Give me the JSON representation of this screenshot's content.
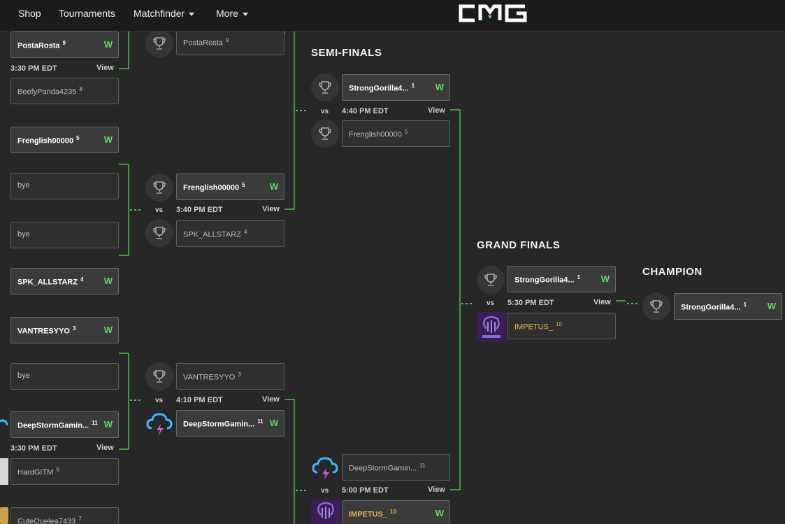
{
  "nav": {
    "shop": "Shop",
    "tournaments": "Tournaments",
    "matchfinder": "Matchfinder",
    "more": "More",
    "logo": "CMG"
  },
  "headers": {
    "semi_finals": "SEMI-FINALS",
    "grand_finals": "GRAND FINALS",
    "champion": "CHAMPION"
  },
  "labels": {
    "vs": "vs",
    "view": "View",
    "win": "W"
  },
  "round1": [
    {
      "top": {
        "name": "PostaRosta",
        "seed": "9",
        "win": true
      },
      "time": "3:30 PM EDT",
      "bottom": {
        "name": "BeefyPanda4235",
        "seed": "8"
      }
    },
    {
      "top": {
        "name": "Frenglish00000",
        "seed": "5",
        "win": true
      },
      "bottom": {
        "name": "bye",
        "seed": ""
      }
    },
    {
      "top": {
        "name": "bye",
        "seed": ""
      },
      "bottom": {
        "name": "SPK_ALLSTARZ",
        "seed": "4",
        "win": true
      }
    },
    {
      "top": {
        "name": "VANTRESYYO",
        "seed": "3",
        "win": true
      },
      "bottom": {
        "name": "bye",
        "seed": ""
      }
    },
    {
      "top": {
        "name": "DeepStormGamin...",
        "seed": "11",
        "win": true
      },
      "time": "3:30 PM EDT",
      "bottom": {
        "name": "HardGITM",
        "seed": "6"
      }
    },
    {
      "top": {
        "name": "CuteQuelea7433",
        "seed": "7"
      }
    }
  ],
  "round2": [
    {
      "top": {
        "name": "PostaRosta",
        "seed": "9"
      }
    },
    {
      "top": {
        "name": "Frenglish00000",
        "seed": "5",
        "win": true
      },
      "time": "3:40 PM EDT",
      "bottom": {
        "name": "SPK_ALLSTARZ",
        "seed": "4"
      }
    },
    {
      "top": {
        "name": "VANTRESYYO",
        "seed": "3"
      },
      "time": "4:10 PM EDT",
      "bottom": {
        "name": "DeepStormGamin...",
        "seed": "11",
        "win": true
      }
    }
  ],
  "semis": [
    {
      "top": {
        "name": "StrongGorilla4...",
        "seed": "1",
        "win": true
      },
      "time": "4:40 PM EDT",
      "bottom": {
        "name": "Frenglish00000",
        "seed": "5"
      }
    },
    {
      "top": {
        "name": "DeepStormGamin...",
        "seed": "11"
      },
      "time": "5:00 PM EDT",
      "bottom": {
        "name": "IMPETUS_",
        "seed": "10",
        "win": true
      }
    }
  ],
  "grand_final": {
    "top": {
      "name": "StrongGorilla4...",
      "seed": "1",
      "win": true
    },
    "time": "5:30 PM EDT",
    "bottom": {
      "name": "IMPETUS_",
      "seed": "10"
    }
  },
  "champion": {
    "name": "StrongGorilla4...",
    "seed": "1",
    "win": true
  },
  "colors": {
    "accent_green": "#5fdc5f",
    "line_green": "#4bbf4b",
    "gold": "#e8b04a",
    "background": "#272727"
  }
}
